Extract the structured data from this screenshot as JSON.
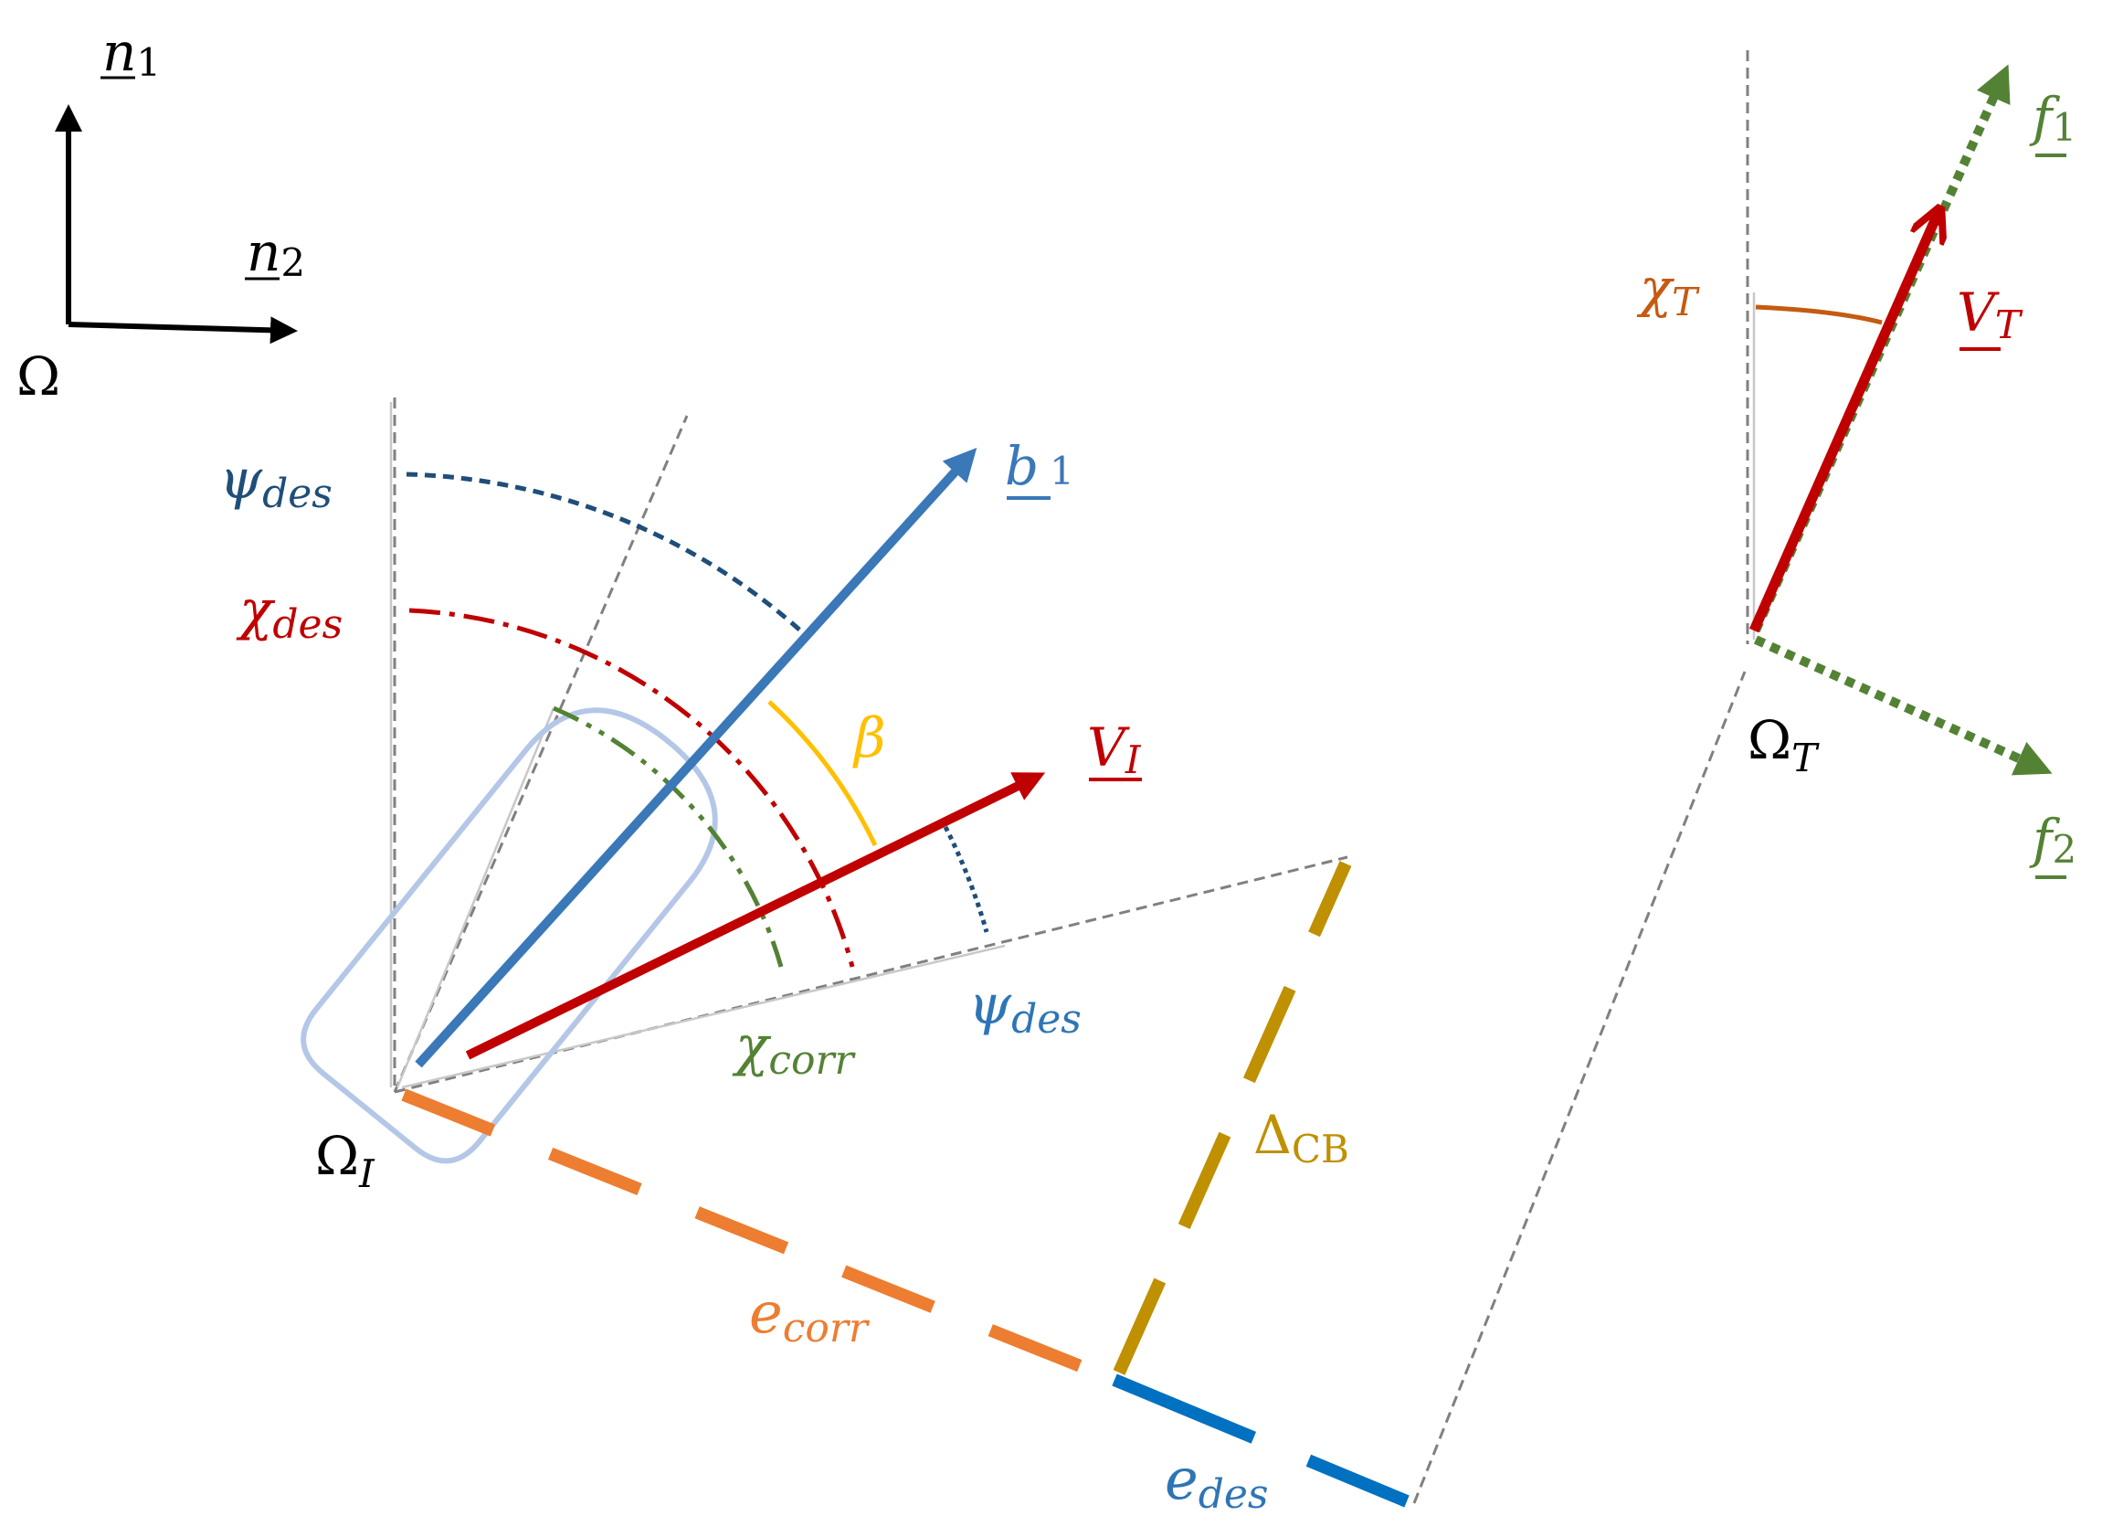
{
  "colors": {
    "black": "#000000",
    "guide": "#808080",
    "body_axis": "#3a78b8",
    "velocity": "#c00000",
    "psi": "#1f4e79",
    "chi_des": "#c00000",
    "chi_corr": "#548235",
    "beta": "#ffc000",
    "psi_des_lower": "#2e75b6",
    "target_frame": "#548235",
    "chi_T": "#c55a11",
    "e_corr": "#ed7d31",
    "e_des": "#0070c0",
    "delta_cb": "#bf9000",
    "vessel_outline": "#b4c7e7"
  },
  "labels": {
    "n1": {
      "main": "n",
      "sub": "1"
    },
    "n2": {
      "main": "n",
      "sub": "2"
    },
    "omega": {
      "main": "Ω",
      "sub": ""
    },
    "psi_des_top": {
      "main": "ψ",
      "sub": "des"
    },
    "chi_des": {
      "main": "χ",
      "sub": "des"
    },
    "b1": {
      "main": "b",
      "sub": "1"
    },
    "beta": {
      "main": "β",
      "sub": ""
    },
    "v_i": {
      "main": "V",
      "sub": "I"
    },
    "chi_corr": {
      "main": "χ",
      "sub": "corr"
    },
    "psi_des_bottom": {
      "main": "ψ",
      "sub": "des"
    },
    "omega_i": {
      "main": "Ω",
      "sub": "I"
    },
    "delta_cb": {
      "main": "Δ",
      "sub": "CB"
    },
    "e_corr": {
      "main": "e",
      "sub": "corr"
    },
    "e_des": {
      "main": "e",
      "sub": "des"
    },
    "omega_t": {
      "main": "Ω",
      "sub": "T"
    },
    "chi_t": {
      "main": "χ",
      "sub": "T"
    },
    "v_t": {
      "main": "V",
      "sub": "T"
    },
    "f1": {
      "main": "f",
      "sub": "1"
    },
    "f2": {
      "main": "f",
      "sub": "2"
    }
  }
}
